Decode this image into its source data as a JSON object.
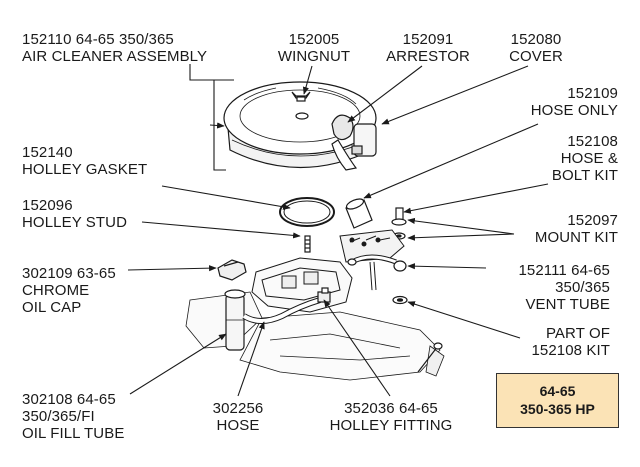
{
  "labels": {
    "air_cleaner": {
      "line1": "152110  64-65  350/365",
      "line2": "AIR CLEANER ASSEMBLY"
    },
    "wingnut": {
      "line1": "152005",
      "line2": "WINGNUT"
    },
    "arrestor": {
      "line1": "152091",
      "line2": "ARRESTOR"
    },
    "cover": {
      "line1": "152080",
      "line2": "COVER"
    },
    "hose_only": {
      "line1": "152109",
      "line2": "HOSE ONLY"
    },
    "hose_bolt_kit": {
      "line1": "152108",
      "line2": "HOSE &",
      "line3": "BOLT KIT"
    },
    "holley_gasket": {
      "line1": "152140",
      "line2": "HOLLEY GASKET"
    },
    "holley_stud": {
      "line1": "152096",
      "line2": "HOLLEY STUD"
    },
    "mount_kit": {
      "line1": "152097",
      "line2": "MOUNT KIT"
    },
    "chrome_oil_cap": {
      "line1": "302109  63-65",
      "line2": "CHROME",
      "line3": "OIL CAP"
    },
    "vent_tube": {
      "line1": "152111  64-65",
      "line2": "350/365",
      "line3": "VENT TUBE"
    },
    "part_of_kit": {
      "line1": "PART OF",
      "line2": "152108 KIT"
    },
    "oil_fill_tube": {
      "line1": "302108  64-65",
      "line2": "350/365/FI",
      "line3": "OIL FILL TUBE"
    },
    "hose": {
      "line1": "302256",
      "line2": "HOSE"
    },
    "holley_fitting": {
      "line1": "352036  64-65",
      "line2": "HOLLEY FITTING"
    }
  },
  "badge": {
    "line1": "64-65",
    "line2": "350-365 HP"
  },
  "colors": {
    "badge_fill": "#fbe3b6",
    "line": "#1a1a1a"
  }
}
